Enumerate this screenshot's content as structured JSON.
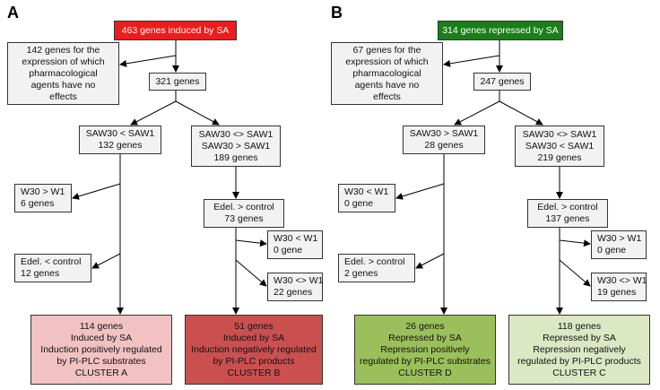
{
  "panels": {
    "a": {
      "label": "A",
      "top": "463 genes induced by SA",
      "excluded": [
        "142 genes for the",
        "expression of which",
        "pharmacological",
        "agents have no",
        "effects"
      ],
      "mid": "321 genes",
      "left_branch": [
        "SAW30 < SAW1",
        "132 genes"
      ],
      "right_branch": [
        "SAW30 <> SAW1",
        "SAW30 > SAW1",
        "189 genes"
      ],
      "side1": [
        "W30 > W1",
        "6 genes"
      ],
      "side2": [
        "Edel. < control",
        "12 genes"
      ],
      "edel": [
        "Edel. > control",
        "73 genes"
      ],
      "sub1": [
        "W30 < W1",
        "0 gene"
      ],
      "sub2": [
        "W30 <> W1",
        "22 genes"
      ],
      "cluster_left": [
        "114 genes",
        "Induced by SA",
        "Induction positively regulated",
        "by PI-PLC substrates",
        "CLUSTER A"
      ],
      "cluster_right": [
        "51 genes",
        "Induced by SA",
        "Induction negatively regulated",
        "by PI-PLC products",
        "CLUSTER B"
      ]
    },
    "b": {
      "label": "B",
      "top": "314 genes repressed by SA",
      "excluded": [
        "67 genes for the",
        "expression of which",
        "pharmacological",
        "agents have no",
        "effects"
      ],
      "mid": "247 genes",
      "left_branch": [
        "SAW30 > SAW1",
        "28 genes"
      ],
      "right_branch": [
        "SAW30 <> SAW1",
        "SAW30 < SAW1",
        "219 genes"
      ],
      "side1": [
        "W30 < W1",
        "0 gene"
      ],
      "side2": [
        "Edel. > control",
        "2 genes"
      ],
      "edel": [
        "Edel. > control",
        "137 genes"
      ],
      "sub1": [
        "W30 > W1",
        "0 gene"
      ],
      "sub2": [
        "W30 <> W1",
        "19 genes"
      ],
      "cluster_left": [
        "26 genes",
        "Repressed by SA",
        "Repression positively",
        "regulated by PI-PLC substrates",
        "CLUSTER D"
      ],
      "cluster_right": [
        "118 genes",
        "Repressed by SA",
        "Repression negatively",
        "regulated by PI-PLC products",
        "CLUSTER C"
      ]
    }
  },
  "colors": {
    "top_a": "#ee1c1c",
    "top_b": "#1a7f1a",
    "cluster_a": "#f2c2c2",
    "cluster_b": "#c9504f",
    "cluster_d": "#9bbf5a",
    "cluster_c": "#dce8c4",
    "box": "#f2f2f2"
  }
}
